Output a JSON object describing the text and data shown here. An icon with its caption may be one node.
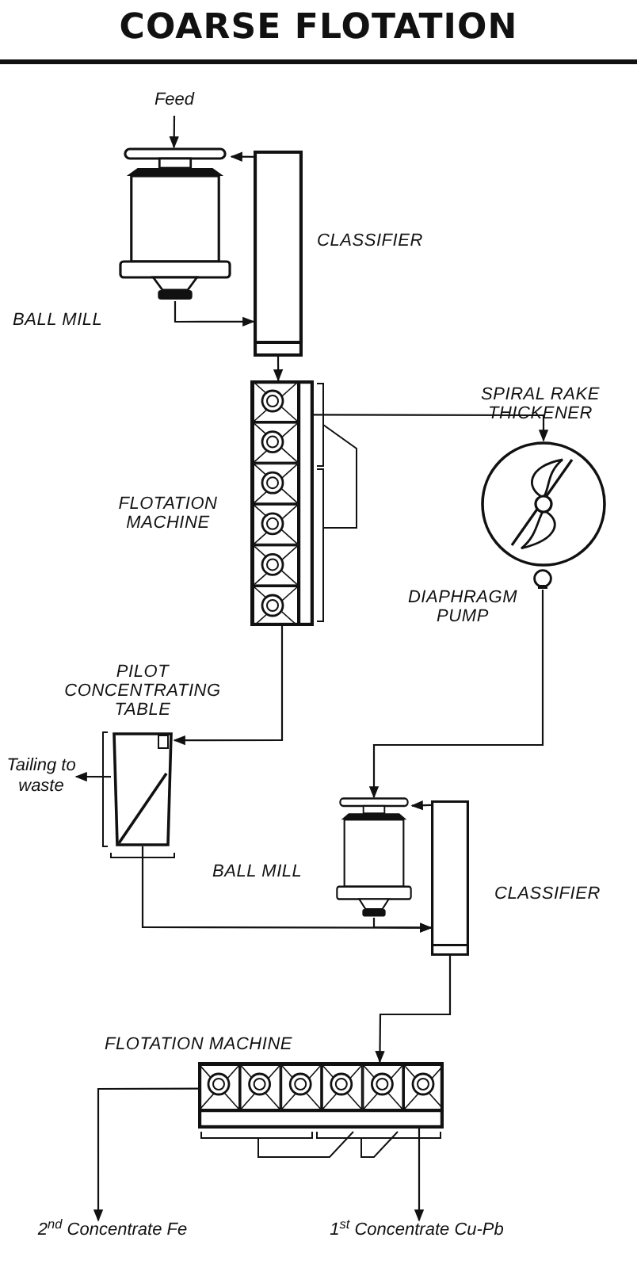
{
  "diagram": {
    "title": "COARSE FLOTATION",
    "nodes": [
      {
        "text": [
          "Feed"
        ]
      },
      {
        "text": [],
        "shape": "picture",
        "beside": [
          "BALL MILL"
        ]
      },
      {
        "text": [],
        "shape": "box",
        "beside": [
          "CLASSIFIER"
        ]
      },
      {
        "text": [],
        "shape": "picture",
        "beside": [
          "FLOTATION MACHINE"
        ]
      },
      {
        "text": [],
        "shape": "picture",
        "beside": [
          "SPIRAL RAKE THICKENER"
        ]
      },
      {
        "text": [],
        "shape": "circle",
        "beside": [
          "DIAPHRAGM PUMP"
        ]
      },
      {
        "text": [],
        "shape": "picture",
        "beside": [
          "PILOT CONCENTRATING TABLE"
        ]
      },
      {
        "text": [
          "Tailing to waste"
        ]
      },
      {
        "text": [],
        "shape": "picture",
        "beside": [
          "BALL MILL"
        ]
      },
      {
        "text": [],
        "shape": "box",
        "beside": [
          "CLASSIFIER"
        ]
      },
      {
        "text": [],
        "shape": "picture",
        "beside": [
          "FLOTATION MACHINE"
        ]
      },
      {
        "text": [
          "2$^{nd}$ Concentrate Fe"
        ]
      },
      {
        "text": [
          "1$^{st}$ Concentrate Cu-Pb"
        ]
      }
    ],
    "edges": [
      {
        "from": 0,
        "to": 1,
        "arrow": "to"
      },
      {
        "from": 2,
        "to": 1,
        "arrow": "to"
      },
      {
        "from": 1,
        "to": 2,
        "arrow": "to"
      },
      {
        "from": 2,
        "to": 3,
        "arrow": "to"
      },
      {
        "from": 3,
        "to": 4,
        "arrow": "to"
      },
      {
        "from": 3,
        "to": 6,
        "arrow": "to"
      },
      {
        "from": 5,
        "to": 8,
        "arrow": "to"
      },
      {
        "from": 6,
        "to": 7,
        "arrow": "to"
      },
      {
        "from": 6,
        "to": 9,
        "arrow": "to"
      },
      {
        "from": 9,
        "to": 8,
        "arrow": "to"
      },
      {
        "from": 8,
        "to": 9,
        "arrow": "to"
      },
      {
        "from": 9,
        "to": 10,
        "arrow": "to"
      },
      {
        "from": 10,
        "to": 11,
        "arrow": "to"
      },
      {
        "from": 10,
        "to": 12,
        "arrow": "to"
      }
    ]
  }
}
